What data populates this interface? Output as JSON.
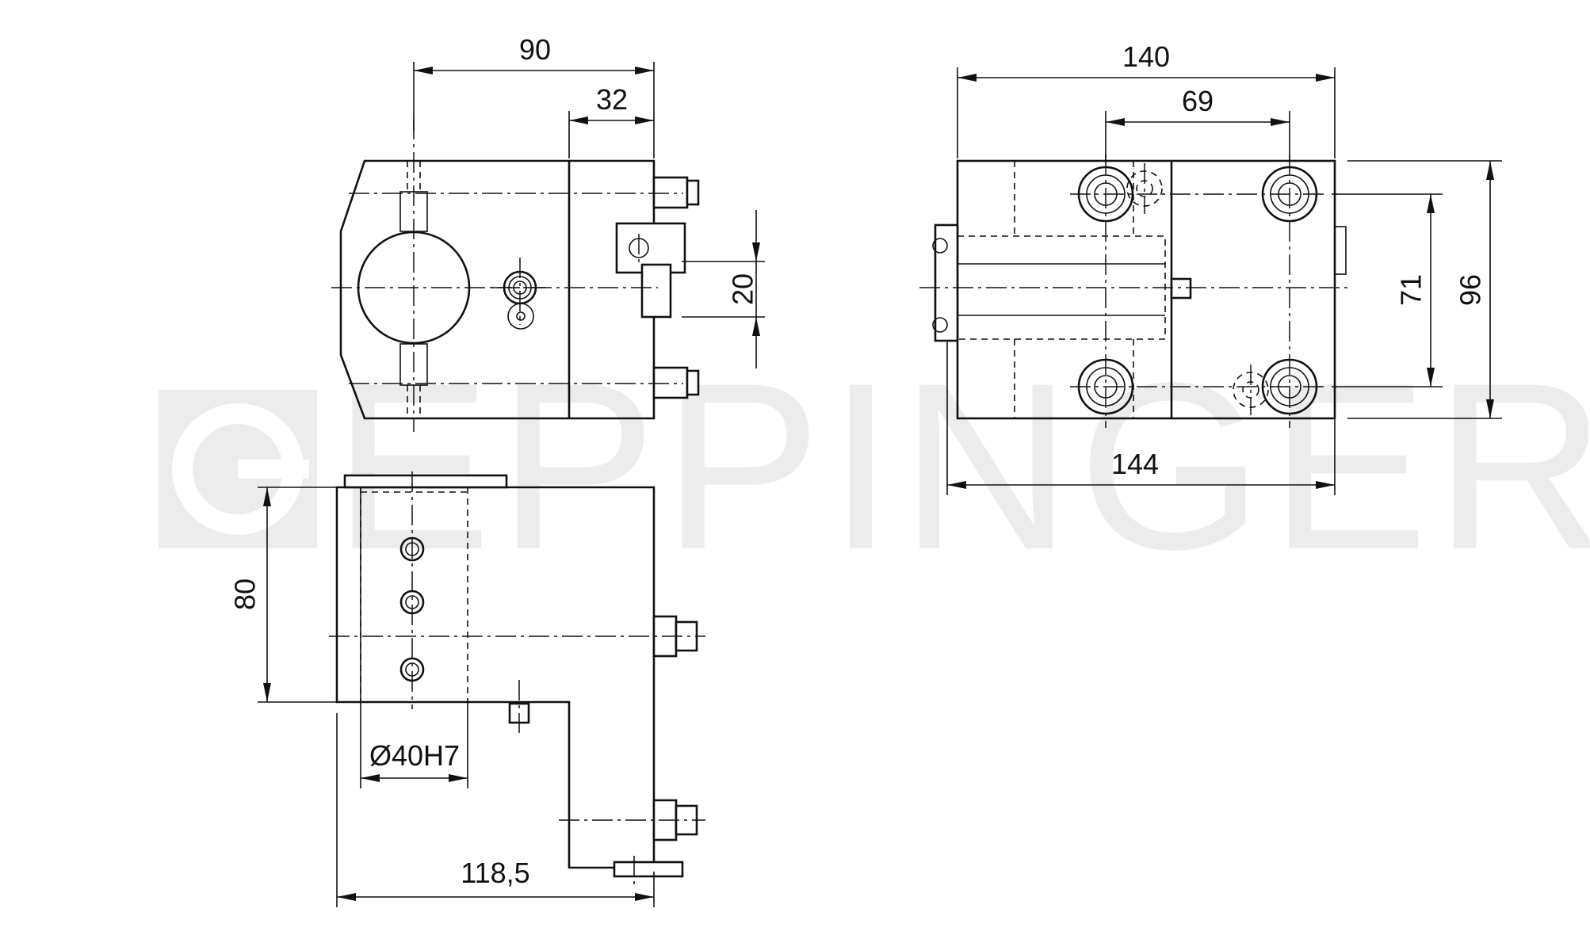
{
  "watermark": {
    "brand": "EPPINGER",
    "color": "#ececec"
  },
  "dimensions": {
    "front_width": "90",
    "front_offset": "32",
    "front_height": "20",
    "side_width": "140",
    "side_spacing": "69",
    "side_bottom_width": "144",
    "side_inner_height": "71",
    "side_height": "96",
    "bottom_height": "80",
    "bore": "Ø40H7",
    "bottom_length": "118,5"
  },
  "colors": {
    "line": "#111111",
    "background": "#ffffff"
  }
}
